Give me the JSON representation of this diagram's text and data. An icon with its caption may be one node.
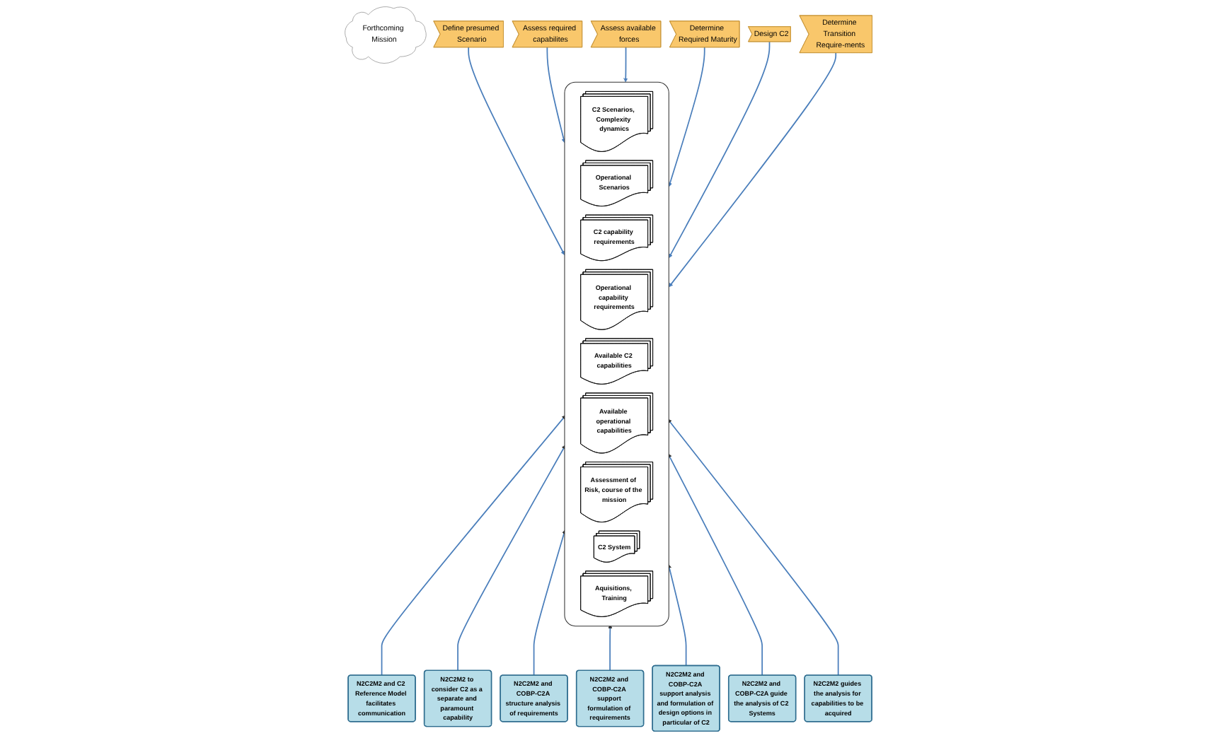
{
  "diagram": {
    "nodes": [
      {
        "text": [
          "Forthcoming Mission"
        ]
      },
      {
        "text": [
          "Define presumed Scenario"
        ]
      },
      {
        "text": [
          "Assess required capabilites"
        ]
      },
      {
        "text": [
          "Assess available forces"
        ]
      },
      {
        "text": [
          "Determine Required Maturity"
        ]
      },
      {
        "text": [
          "Design C2"
        ]
      },
      {
        "text": [
          "Determine Transition Require-ments"
        ]
      },
      {
        "text": [],
        "shape": "box"
      },
      {
        "text": [
          "C2 Scenarios, Complexity dynamics"
        ],
        "in": 7
      },
      {
        "text": [
          "Operational Scenarios"
        ],
        "in": 7
      },
      {
        "text": [
          "C2 capability requirements"
        ],
        "in": 7
      },
      {
        "text": [
          "Operational capability requirements"
        ],
        "in": 7
      },
      {
        "text": [
          "Available C2 capabilities"
        ],
        "in": 7
      },
      {
        "text": [
          "Available operational capabilities"
        ],
        "in": 7
      },
      {
        "text": [
          "Assessment of Risk, course of the mission"
        ],
        "in": 7
      },
      {
        "text": [
          "C2 System"
        ],
        "in": 7
      },
      {
        "text": [
          "Aquisitions, Training"
        ],
        "in": 7
      },
      {
        "text": [
          "N2C2M2 and C2 Reference Model facilitates communication"
        ]
      },
      {
        "text": [
          "N2C2M2 to consider C2 as a separate and paramount capability"
        ]
      },
      {
        "text": [
          "N2C2M2 and COBP-C2A structure analysis of requirements"
        ]
      },
      {
        "text": [
          "N2C2M2 and COBP-C2A support formulation of requirements"
        ]
      },
      {
        "text": [
          "N2C2M2 and COBP-C2A support analysis and formulation of design options in particular of C2"
        ]
      },
      {
        "text": [
          "N2C2M2 and COBP-C2A guide the analysis of C2 Systems"
        ]
      },
      {
        "text": [
          "N2C2M2 guides the analysis for capabilities to be acquired"
        ]
      }
    ],
    "edges": [
      {
        "from": 1,
        "to": 7,
        "arrow": "to"
      },
      {
        "from": 2,
        "to": 7,
        "arrow": "to"
      },
      {
        "from": 3,
        "to": 7,
        "arrow": "to"
      },
      {
        "from": 4,
        "to": 7,
        "arrow": "to"
      },
      {
        "from": 5,
        "to": 7,
        "arrow": "to"
      },
      {
        "from": 6,
        "to": 7,
        "arrow": "to"
      },
      {
        "from": 17,
        "to": 7,
        "arrow": "to"
      },
      {
        "from": 18,
        "to": 7,
        "arrow": "to"
      },
      {
        "from": 19,
        "to": 7,
        "arrow": "to"
      },
      {
        "from": 20,
        "to": 7,
        "arrow": "to"
      },
      {
        "from": 21,
        "to": 7,
        "arrow": "to"
      },
      {
        "from": 22,
        "to": 7,
        "arrow": "to"
      },
      {
        "from": 23,
        "to": 7,
        "arrow": "to"
      }
    ]
  }
}
